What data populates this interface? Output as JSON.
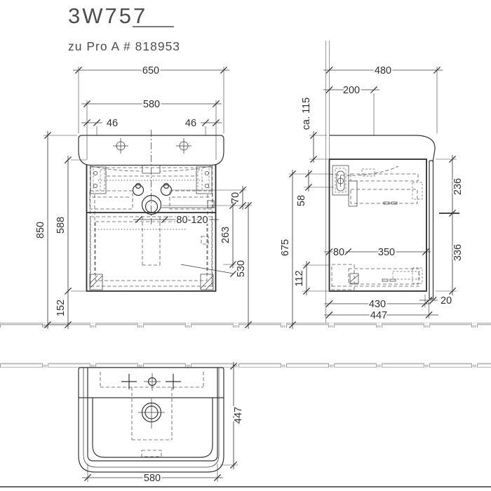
{
  "header": {
    "title": "3W757",
    "subtitle": "zu Pro A # 818953"
  },
  "front": {
    "overall_width": "650",
    "cabinet_width": "580",
    "left_offset": "46",
    "right_offset": "46",
    "overall_height": "850",
    "cabinet_height": "588",
    "floor_clearance": "152",
    "supply_spacing": "70",
    "drain_range": "80-120",
    "drain_drop": "263",
    "drain_height": "530"
  },
  "side": {
    "overall_depth": "480",
    "faucet_depth": "200",
    "basin_edge": "ca. 115",
    "mount_height": "675",
    "bracket_offset": "58",
    "upper_section": "236",
    "lower_section": "336",
    "back_inset": "80",
    "drawer_depth": "350",
    "bottom_inset": "112",
    "panel_thickness": "20",
    "cabinet_depth": "430",
    "total_depth": "447"
  },
  "plan": {
    "cabinet_width": "580",
    "depth": "447"
  }
}
